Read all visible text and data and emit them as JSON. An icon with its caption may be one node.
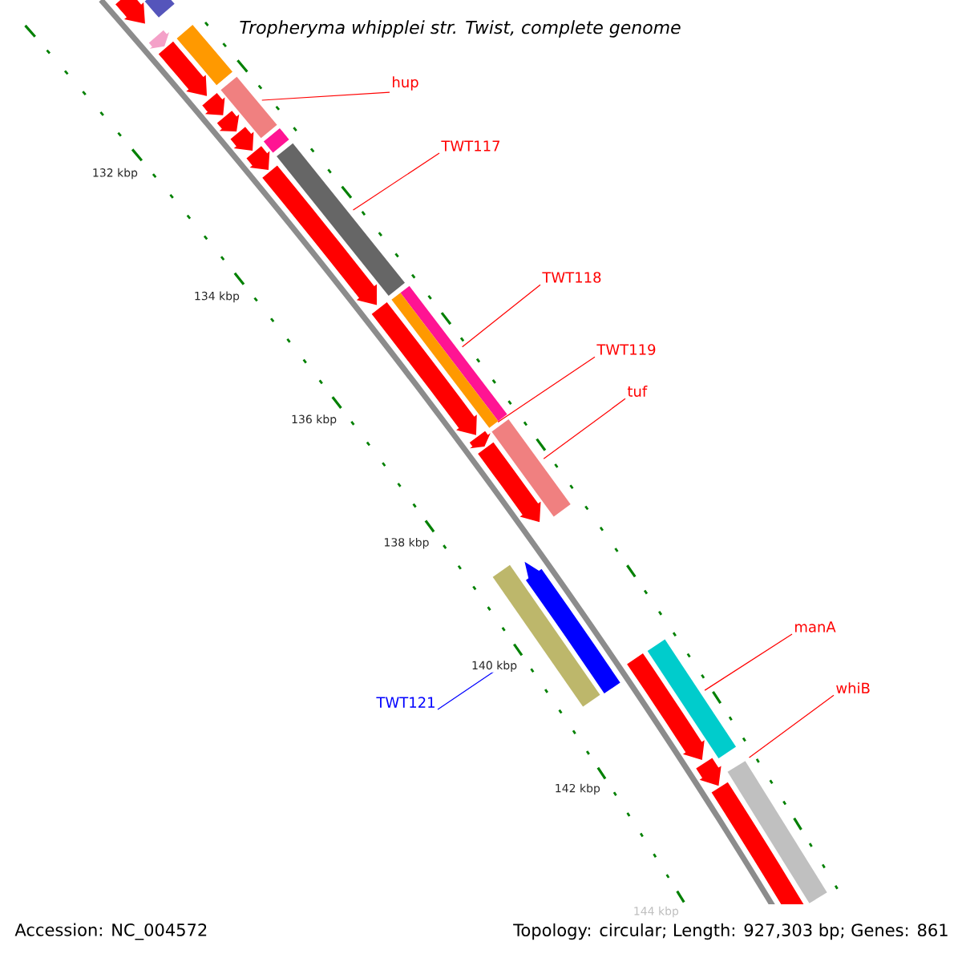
{
  "diagram": {
    "title": "Tropheryma whipplei str. Twist, complete genome",
    "nodes": [
      {
        "text": [
          "hup"
        ]
      },
      {
        "text": [
          "TWT117"
        ]
      },
      {
        "text": [
          "TWT118"
        ]
      },
      {
        "text": [
          "TWT119"
        ]
      },
      {
        "text": [
          "tuf"
        ]
      },
      {
        "text": [
          "manA"
        ]
      },
      {
        "text": [
          "whiB"
        ]
      },
      {
        "text": [
          "TWT121"
        ]
      },
      {
        "text": [],
        "shape": "bar"
      },
      {
        "text": [],
        "shape": "bar"
      },
      {
        "text": [],
        "shape": "bar"
      },
      {
        "text": [],
        "shape": "bar"
      },
      {
        "text": [],
        "shape": "bar"
      },
      {
        "text": [],
        "shape": "bar"
      },
      {
        "text": [],
        "shape": "bar"
      },
      {
        "text": [],
        "shape": "bar"
      }
    ],
    "edges": [
      {
        "from": 0,
        "to": 8,
        "arrow": "none"
      },
      {
        "from": 1,
        "to": 9,
        "arrow": "none"
      },
      {
        "from": 2,
        "to": 10,
        "arrow": "none"
      },
      {
        "from": 3,
        "to": 11,
        "arrow": "none"
      },
      {
        "from": 4,
        "to": 12,
        "arrow": "none"
      },
      {
        "from": 5,
        "to": 13,
        "arrow": "none"
      },
      {
        "from": 6,
        "to": 14,
        "arrow": "none"
      },
      {
        "from": 7,
        "to": 15,
        "arrow": "none",
        "color": "#0000ff"
      }
    ],
    "labels": [
      "132 kbp",
      "134 kbp",
      "136 kbp",
      "138 kbp",
      "140 kbp",
      "142 kbp",
      "144 kbp",
      "Accession: NC_004572",
      "Topology: circular; Length: 927,303 bp; Genes: 861"
    ]
  }
}
